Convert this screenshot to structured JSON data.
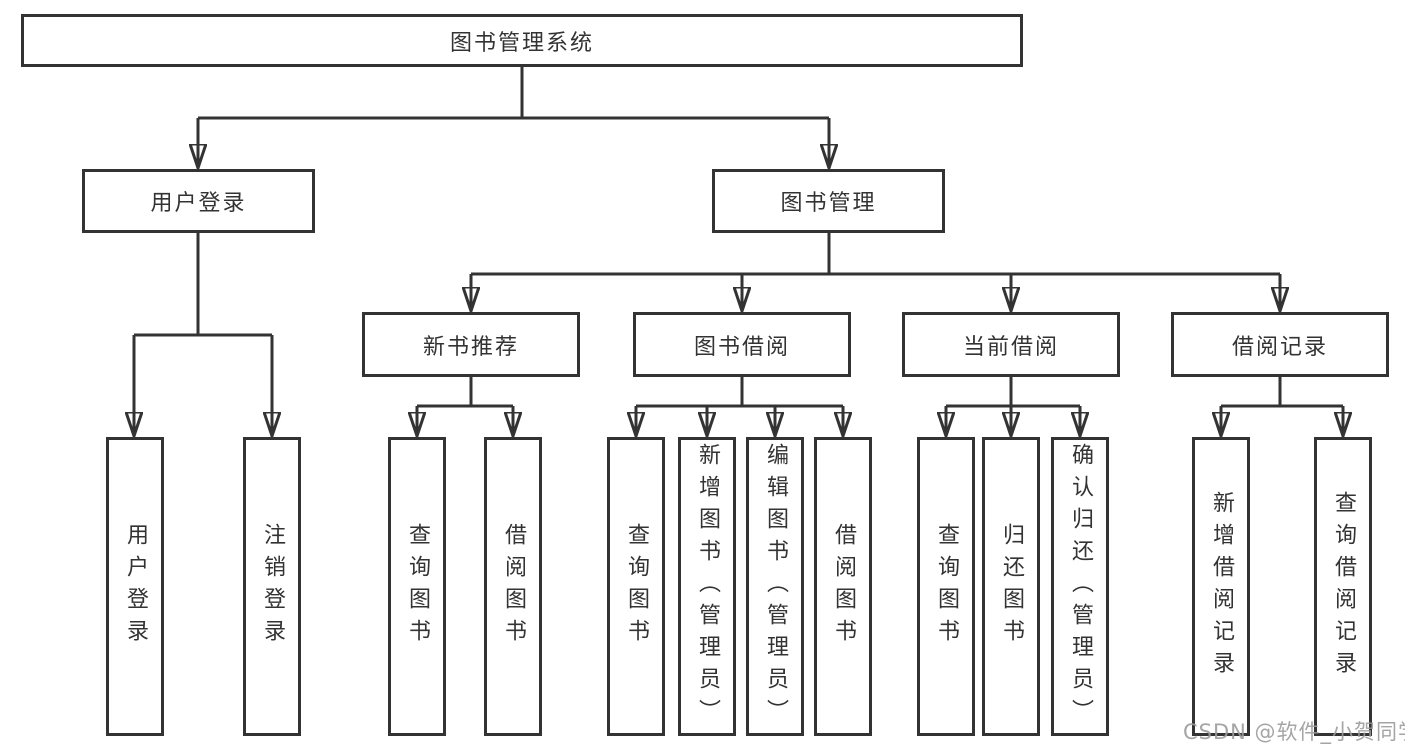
{
  "diagram_title": "图书管理系统",
  "tree": {
    "root": {
      "label": "图书管理系统",
      "children": [
        {
          "label": "用户登录",
          "children": [
            {
              "label": "用户登录"
            },
            {
              "label": "注销登录"
            }
          ]
        },
        {
          "label": "图书管理",
          "children": [
            {
              "label": "新书推荐",
              "children": [
                {
                  "label": "查询图书"
                },
                {
                  "label": "借阅图书"
                }
              ]
            },
            {
              "label": "图书借阅",
              "children": [
                {
                  "label": "查询图书"
                },
                {
                  "label": "新增图书（管理员）"
                },
                {
                  "label": "编辑图书（管理员）"
                },
                {
                  "label": "借阅图书"
                }
              ]
            },
            {
              "label": "当前借阅",
              "children": [
                {
                  "label": "查询图书"
                },
                {
                  "label": "归还图书"
                },
                {
                  "label": "确认归还（管理员）"
                }
              ]
            },
            {
              "label": "借阅记录",
              "children": [
                {
                  "label": "新增借阅记录"
                },
                {
                  "label": "查询借阅记录"
                }
              ]
            }
          ]
        }
      ]
    }
  },
  "watermark": {
    "text": "CSDN @软件_小贺同学"
  },
  "colors": {
    "line": "#333333",
    "text": "#333333",
    "box_background": "#ffffff",
    "page_background": "#ffffff",
    "watermark": "#9b9b9b"
  }
}
